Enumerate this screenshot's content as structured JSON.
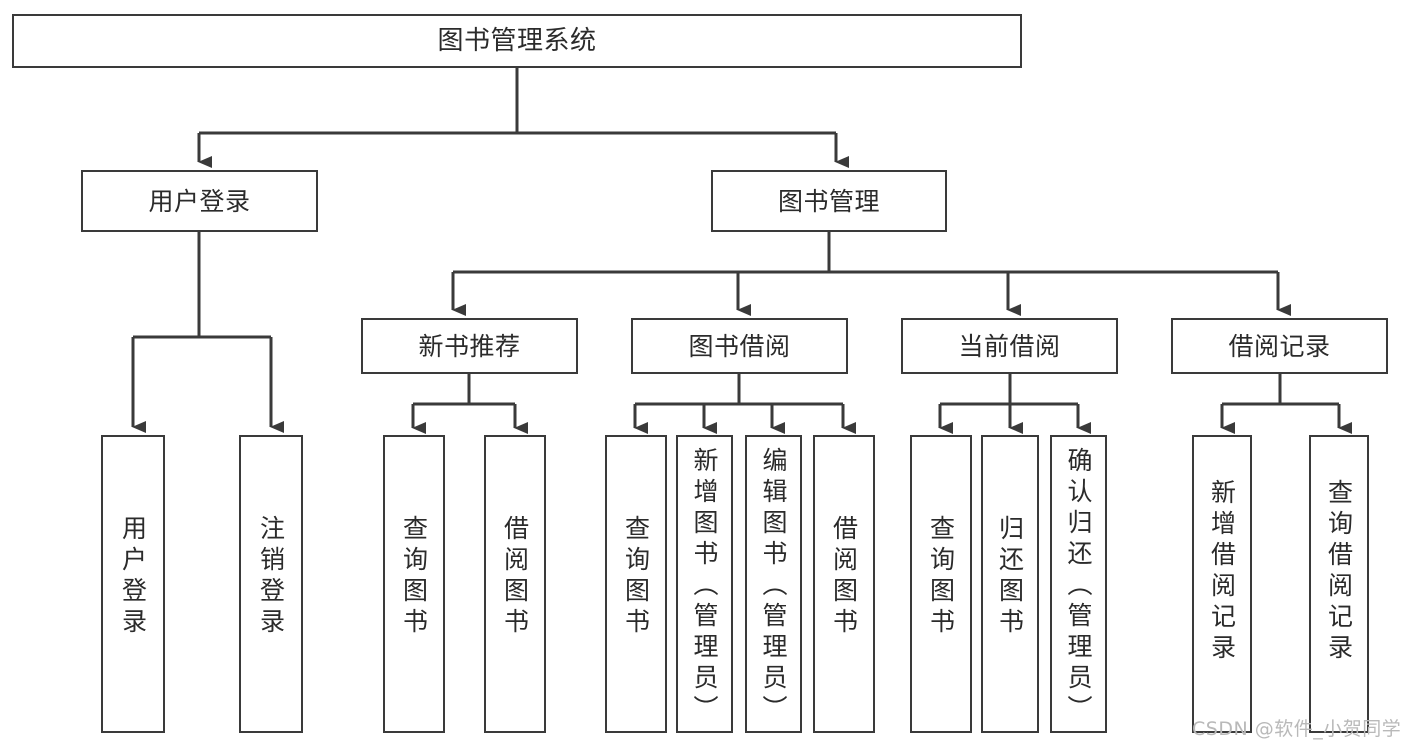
{
  "diagram": {
    "title": "图书管理系统",
    "type": "tree-hierarchy-functional-structure",
    "orientation": "top-down",
    "colors": {
      "stroke": "#3a3a3a",
      "fill": "#ffffff",
      "text": "#2b2b2b",
      "watermark": "#b9b9b9"
    },
    "levels": {
      "level0": [
        {
          "id": "root",
          "label": "图书管理系统"
        }
      ],
      "level1": [
        {
          "id": "user-login",
          "label": "用户登录"
        },
        {
          "id": "book-manage",
          "label": "图书管理"
        }
      ],
      "level2": [
        {
          "id": "new-book-recommend",
          "label": "新书推荐",
          "parent": "book-manage"
        },
        {
          "id": "book-borrow",
          "label": "图书借阅",
          "parent": "book-manage"
        },
        {
          "id": "current-borrow",
          "label": "当前借阅",
          "parent": "book-manage"
        },
        {
          "id": "borrow-record",
          "label": "借阅记录",
          "parent": "book-manage"
        }
      ],
      "level3": [
        {
          "id": "leaf-user-login",
          "label": "用户登录",
          "parent": "user-login"
        },
        {
          "id": "leaf-logout-login",
          "label": "注销登录",
          "parent": "user-login"
        },
        {
          "id": "leaf-query-book-1",
          "label": "查询图书",
          "parent": "new-book-recommend"
        },
        {
          "id": "leaf-borrow-book-1",
          "label": "借阅图书",
          "parent": "new-book-recommend"
        },
        {
          "id": "leaf-query-book-2",
          "label": "查询图书",
          "parent": "book-borrow"
        },
        {
          "id": "leaf-add-book",
          "label": "新增图书（管理员）",
          "parent": "book-borrow"
        },
        {
          "id": "leaf-edit-book",
          "label": "编辑图书（管理员）",
          "parent": "book-borrow"
        },
        {
          "id": "leaf-borrow-book-2",
          "label": "借阅图书",
          "parent": "book-borrow"
        },
        {
          "id": "leaf-query-book-3",
          "label": "查询图书",
          "parent": "current-borrow"
        },
        {
          "id": "leaf-return-book",
          "label": "归还图书",
          "parent": "current-borrow"
        },
        {
          "id": "leaf-confirm-return",
          "label": "确认归还（管理员）",
          "parent": "current-borrow"
        },
        {
          "id": "leaf-add-record",
          "label": "新增借阅记录",
          "parent": "borrow-record"
        },
        {
          "id": "leaf-query-record",
          "label": "查询借阅记录",
          "parent": "borrow-record"
        }
      ]
    }
  },
  "watermark": {
    "text": "CSDN @软件_小贺同学"
  }
}
